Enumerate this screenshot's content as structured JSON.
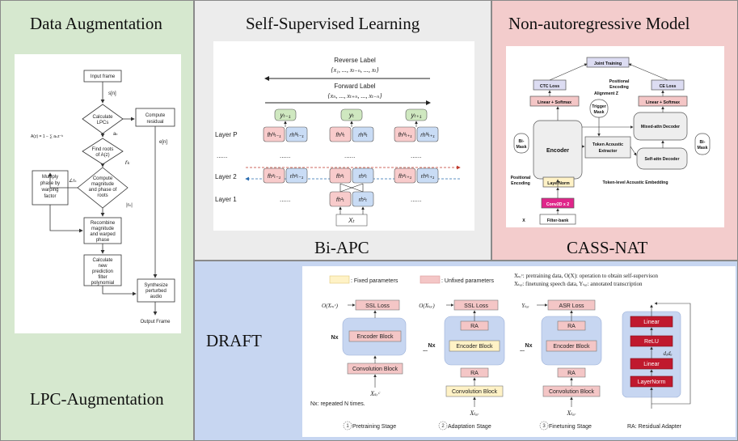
{
  "panels": {
    "augmentation": {
      "title": "Data Augmentation",
      "caption": "LPC-Augmentation"
    },
    "ssl": {
      "title": "Self-Supervised Learning",
      "caption": "Bi-APC"
    },
    "nar": {
      "title": "Non-autoregressive Model",
      "caption": "CASS-NAT"
    },
    "draft": {
      "title": "DRAFT"
    }
  },
  "lpc": {
    "input_frame": "Input frame",
    "sn": "s[n]",
    "calc_lpcs": [
      "Calculate",
      "LPCs"
    ],
    "compute_residual": [
      "Compute",
      "residual"
    ],
    "ak": "aₖ",
    "formula": "A(z) = 1 − ∑ aₖz⁻ᵏ",
    "find_roots": [
      "Find roots",
      "of A(z)"
    ],
    "rk": "rₖ",
    "en": "e[n]",
    "angle_rk": "∠rₖ",
    "multiply": [
      "Multiply",
      "phase by",
      "warping",
      "factor"
    ],
    "compute_mag": [
      "Compute",
      "magnitude",
      "and phase of",
      "roots"
    ],
    "abs_rk": "|rₖ|",
    "recombine": [
      "Recombine",
      "magnitude",
      "and warped",
      "phase"
    ],
    "calc_new": [
      "Calculate",
      "new",
      "prediction",
      "filter",
      "polynomial"
    ],
    "synth": [
      "Synthesize",
      "perturbed",
      "audio"
    ],
    "output_frame": "Output Frame"
  },
  "biapc": {
    "reverse_label": "Reverse Label",
    "reverse_seq": "{x₁, ..., xₜ₋ₙ, ..., xₜ}",
    "forward_label": "Forward Label",
    "forward_seq": "{xₙ, ..., xₜ₊ₙ, ..., xₜ₋ₙ}",
    "outputs": [
      "yₜ₋₁",
      "yₜ",
      "yₜ₊₁"
    ],
    "layer_p": "Layer P",
    "layer_2": "Layer 2",
    "layer_1": "Layer 1",
    "dots": "......",
    "layerp_cells": [
      "fhᴺₜ₋₁",
      "rhᴺₜ₋₁",
      "fhᴺₜ",
      "rhᴺₜ",
      "fhᴺₜ₊₁",
      "rhᴺₜ₊₁"
    ],
    "layer2_cells": [
      "fh²ₜ₋₁",
      "rh²ₜ₋₁",
      "fh²ₜ",
      "rh²ₜ",
      "fh²ₜ₊₁",
      "rh²ₜ₊₁"
    ],
    "layer1_cells": [
      "fh¹ₜ",
      "rh¹ₜ"
    ],
    "xt": "Xₜ"
  },
  "cassnat": {
    "joint_training": "Joint Training",
    "ctc_loss": "CTC Loss",
    "ce_loss": "CE Loss",
    "positional_encoding_top": [
      "Positional",
      "Encoding"
    ],
    "alignment": "Alignment Z",
    "linear_softmax": "Linear + Softmax",
    "trigger_mask": [
      "Trigger",
      "Mask"
    ],
    "encoder": "Encoder",
    "bi_mask": [
      "Bi-",
      "Mask"
    ],
    "token_acoustic": [
      "Token Acoustic",
      "Extractor"
    ],
    "mixed_decoder": "Mixed-attn Decoder",
    "self_decoder": "Self-attn Decoder",
    "token_embedding": "Token-level Acoustic Embedding",
    "positional_encoding_left": [
      "Positional",
      "Encoding"
    ],
    "layernorm": "LayerNorm",
    "conv2d": "Conv2D x 2",
    "x": "X",
    "filter_bank": "Filter-bank"
  },
  "draft": {
    "fixed": ": Fixed parameters",
    "unfixed": ": Unfixed parameters",
    "legend_line1": "Xₛᵣᶜ: pretraining data,  O(X): operation to obtain self-supervison",
    "legend_line2": "Xₜₐᵣ: finetuning speech data, Yₜₐᵣ: annotated transcription",
    "o_xsrc": "O(Xₛᵣᶜ)",
    "o_xtar": "O(Xₜₐᵣ)",
    "y_tar": "Yₜₐᵣ",
    "ssl_loss": "SSL Loss",
    "asr_loss": "ASR Loss",
    "nx": "Nx",
    "encoder_block": "Encoder Block",
    "ra": "RA",
    "conv_block": "Convolution Block",
    "x_src": "Xₛᵣᶜ",
    "x_tar": "Xₜₐᵣ",
    "nx_note": "Nx: repeated N times.",
    "stage1": "Pretraining Stage",
    "stage2": "Adaptation Stage",
    "stage3": "Finetuning Stage",
    "ra_note": "RA: Residual Adapter",
    "linear": "Linear",
    "relu": "ReLU",
    "d_ada": "dₐdₐ",
    "layernorm": "LayerNorm",
    "dots": "...",
    "num1": "1",
    "num2": "2",
    "num3": "3"
  },
  "colors": {
    "aug_bg": "#d6e8cf",
    "ssl_bg": "#ececec",
    "nar_bg": "#f3cccc",
    "draft_bg": "#c7d6f1",
    "fixed": "#fff2c6",
    "unfixed": "#f4c6c6",
    "adapter_red": "#c0192e",
    "pink": "#f8cbcb",
    "blue_cell": "#c9dcf5",
    "green_out": "#cfe8c0"
  }
}
